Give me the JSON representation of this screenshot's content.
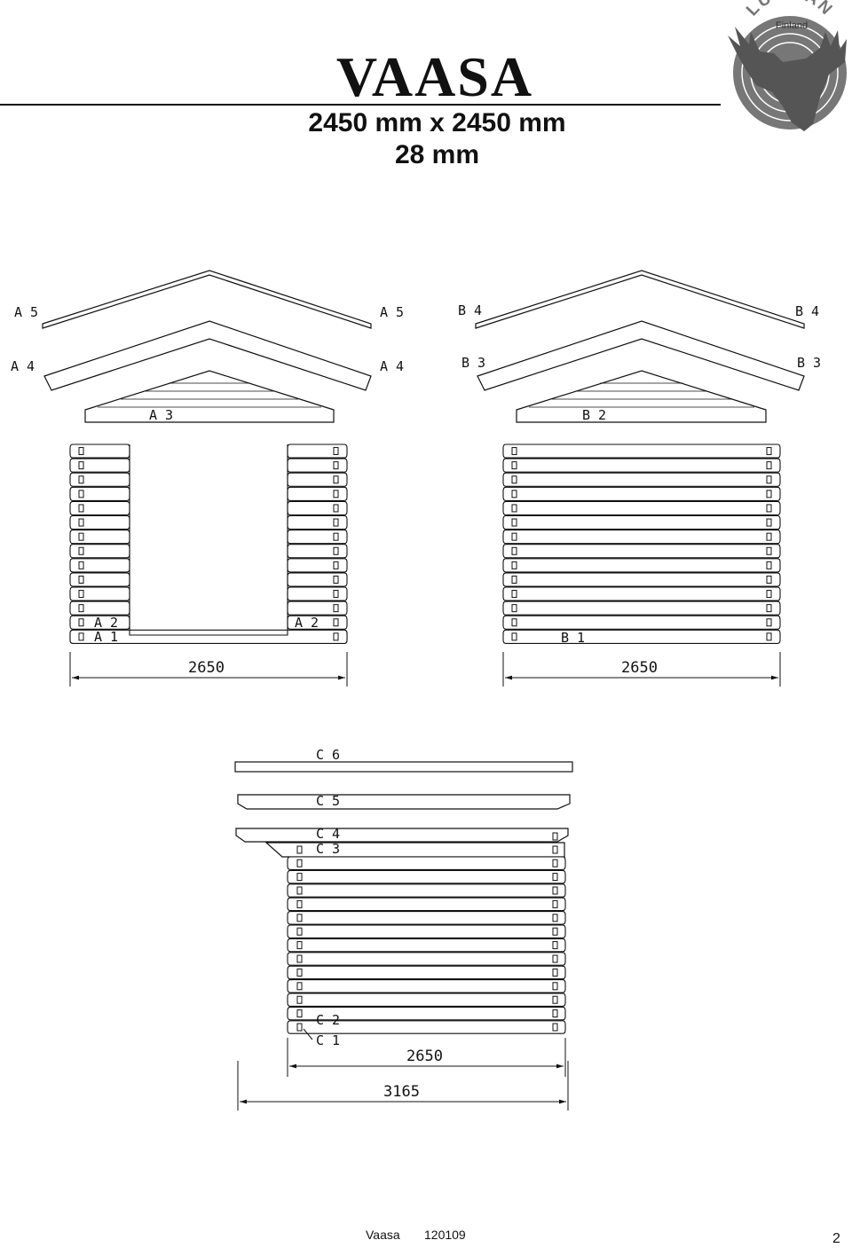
{
  "header": {
    "title": "VAASA",
    "dimensions": "2450 mm x 2450 mm",
    "thickness": "28 mm",
    "logo_word": "LUOMAN",
    "logo_country": "Finland"
  },
  "gable_a": {
    "labels": [
      "A 5",
      "A 5",
      "A 4",
      "A 4",
      "A 3",
      "A 2",
      "A 2",
      "A 1"
    ],
    "dimension": "2650"
  },
  "gable_b": {
    "labels": [
      "B 4",
      "B 4",
      "B 3",
      "B 3",
      "B 2",
      "B 1"
    ],
    "dimension": "2650"
  },
  "side_c": {
    "labels": [
      "C 6",
      "C 5",
      "C 4",
      "C 3",
      "C 2",
      "C 1"
    ],
    "dimension_inner": "2650",
    "dimension_outer": "3165"
  },
  "footer": {
    "name": "Vaasa",
    "code": "120109",
    "page": "2"
  }
}
